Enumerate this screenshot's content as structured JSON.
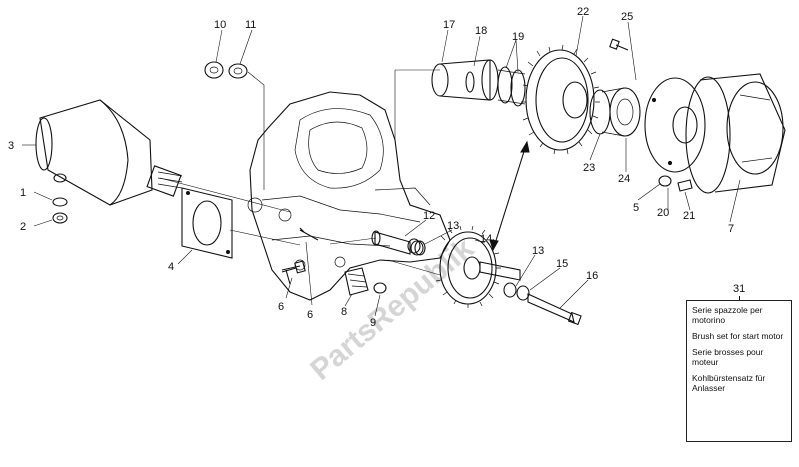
{
  "diagram": {
    "type": "exploded-parts-diagram",
    "watermark": "PartsRepublik",
    "callouts": [
      "1",
      "2",
      "3",
      "4",
      "5",
      "6",
      "6",
      "7",
      "8",
      "9",
      "10",
      "11",
      "12",
      "13",
      "13",
      "14",
      "15",
      "16",
      "17",
      "18",
      "19",
      "20",
      "21",
      "22",
      "23",
      "24",
      "25"
    ],
    "legend": {
      "number": "31",
      "lines": [
        "Serie spazzole per motorino",
        "Brush set for start motor",
        "Serie brosses pour moteur",
        "Kohlbürstensatz für Anlasser"
      ]
    }
  }
}
